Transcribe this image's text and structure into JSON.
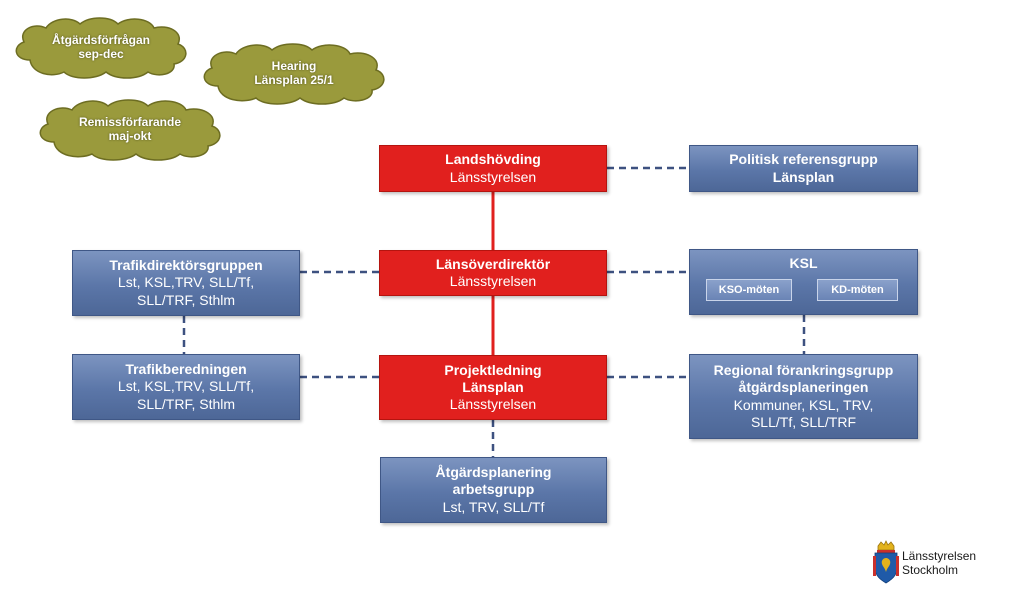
{
  "clouds": [
    {
      "line1": "Åtgärdsförfrågan",
      "line2": "sep-dec"
    },
    {
      "line1": "Hearing",
      "line2": "Länsplan 25/1"
    },
    {
      "line1": "Remissförfarande",
      "line2": "maj-okt"
    }
  ],
  "center": {
    "landshovding": {
      "title": "Landshövding",
      "sub": "Länsstyrelsen"
    },
    "lansoverdirektor": {
      "title": "Länsöverdirektör",
      "sub": "Länsstyrelsen"
    },
    "projektledning": {
      "title1": "Projektledning",
      "title2": "Länsplan",
      "sub": "Länsstyrelsen"
    },
    "atgardsplanering": {
      "title1": "Åtgärdsplanering",
      "title2": "arbetsgrupp",
      "sub": "Lst, TRV, SLL/Tf"
    }
  },
  "left": {
    "trafikdirektorsgruppen": {
      "title": "Trafikdirektörsgruppen",
      "sub1": "Lst, KSL,TRV, SLL/Tf,",
      "sub2": "SLL/TRF, Sthlm"
    },
    "trafikberedningen": {
      "title": "Trafikberedningen",
      "sub1": "Lst, KSL,TRV, SLL/Tf,",
      "sub2": "SLL/TRF, Sthlm"
    }
  },
  "right": {
    "politisk": {
      "title1": "Politisk referensgrupp",
      "title2": "Länsplan"
    },
    "ksl": {
      "title": "KSL",
      "kso": "KSO-möten",
      "kd": "KD-möten"
    },
    "regional": {
      "title1": "Regional förankringsgrupp",
      "title2": "åtgärdsplaneringen",
      "sub1": "Kommuner, KSL, TRV,",
      "sub2": "SLL/Tf, SLL/TRF"
    }
  },
  "logo": {
    "line1": "Länsstyrelsen",
    "line2": "Stockholm"
  },
  "colors": {
    "red": "#e1201e",
    "blue": "#5b76a8",
    "cloud": "#9a9a3c",
    "line": "#3d5180"
  }
}
